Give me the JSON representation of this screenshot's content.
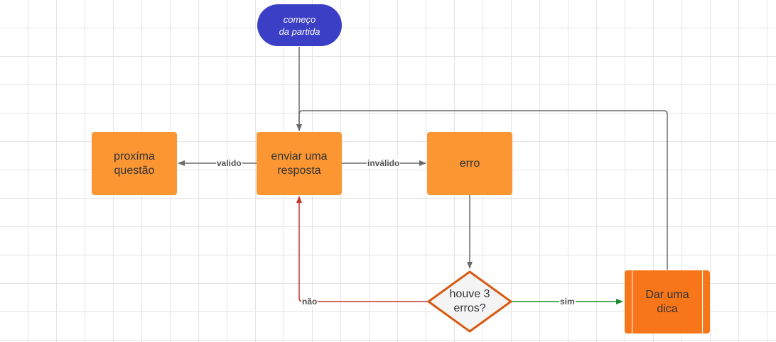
{
  "diagram": {
    "colors": {
      "process_fill": "#fb9633",
      "start_fill": "#3b3fc6",
      "predefined_fill": "#f8761a",
      "diamond_stroke": "#d85a12",
      "diamond_fill": "#f4f4f4",
      "edge_default": "#6b6b6b",
      "edge_red": "#c8342b",
      "edge_green": "#1b8a2b"
    },
    "nodes": {
      "start": {
        "label": "começo\nda partida",
        "shape": "rounded-terminal"
      },
      "next": {
        "label": "proxíma\nquestão",
        "shape": "process"
      },
      "send": {
        "label": "enviar uma\nresposta",
        "shape": "process"
      },
      "error": {
        "label": "erro",
        "shape": "process"
      },
      "decision": {
        "label": "houve 3\nerros?",
        "shape": "decision"
      },
      "hint": {
        "label": "Dar uma\ndica",
        "shape": "predefined-process"
      }
    },
    "edges": {
      "start_to_send": {
        "label": ""
      },
      "send_to_next": {
        "label": "valido"
      },
      "send_to_error": {
        "label": "inválido"
      },
      "error_to_decision": {
        "label": ""
      },
      "decision_to_hint": {
        "label": "sim"
      },
      "decision_to_send": {
        "label": "não"
      },
      "hint_to_send": {
        "label": ""
      }
    }
  }
}
